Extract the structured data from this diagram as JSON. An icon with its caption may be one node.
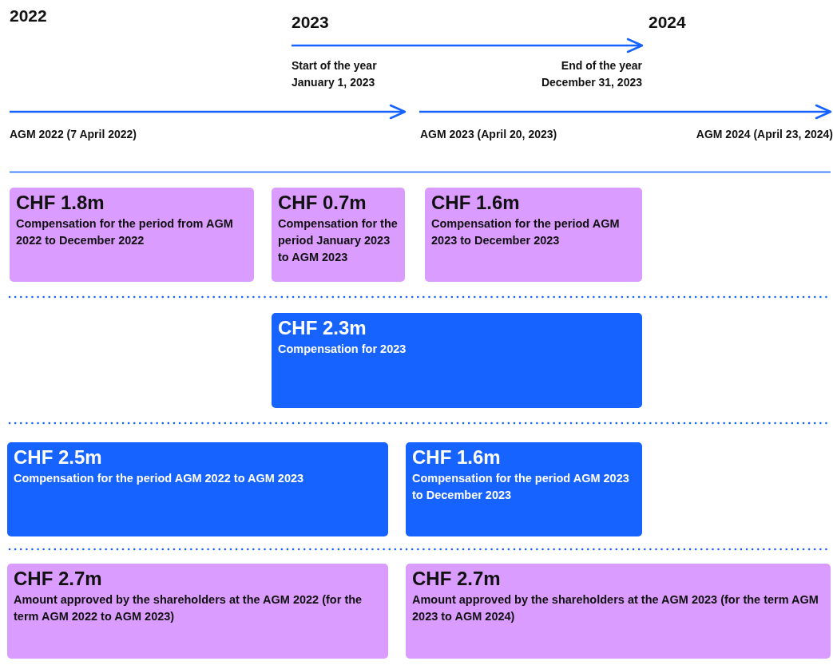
{
  "diagram": {
    "nodes": [
      {
        "text": [
          "CHF 1.8m",
          "Compensation for the period from AGM 2022 to December 2022"
        ]
      },
      {
        "text": [
          "CHF 0.7m",
          "Compensation for the period January 2023 to AGM 2023"
        ]
      },
      {
        "text": [
          "CHF 1.6m",
          "Compensation for the period AGM 2023 to December 2023"
        ]
      },
      {
        "text": [
          "CHF 2.3m",
          "Compensation for 2023"
        ]
      },
      {
        "text": [
          "CHF 2.5m",
          "Compensation for the period AGM 2022 to AGM 2023"
        ]
      },
      {
        "text": [
          "CHF 1.6m",
          "Compensation for the period AGM 2023 to December 2023"
        ]
      },
      {
        "text": [
          "CHF 2.7m",
          "Amount approved by the shareholders at the AGM 2022 (for the term AGM 2022 to AGM 2023)"
        ]
      },
      {
        "text": [
          "CHF 2.7m",
          "Amount approved by the shareholders at the AGM 2023 (for the term AGM 2023 to AGM 2024)"
        ]
      }
    ],
    "labels": [
      "2022",
      "2023",
      "2024",
      "Start of the year",
      "January 1, 2023",
      "End of the year",
      "December 31, 2023",
      "AGM 2022 (7 April 2022)",
      "AGM 2023 (April 20, 2023)",
      "AGM 2024 (April 23, 2024)"
    ]
  }
}
